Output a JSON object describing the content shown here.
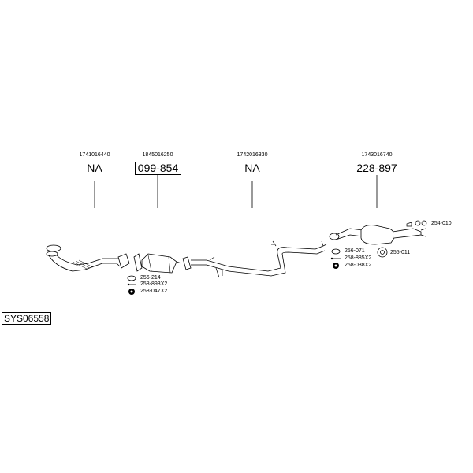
{
  "parts": [
    {
      "oe": "1741016440",
      "code": "NA"
    },
    {
      "oe": "1845016250",
      "code": "099-854"
    },
    {
      "oe": "1742016330",
      "code": "NA"
    },
    {
      "oe": "1743016740",
      "code": "228-897"
    }
  ],
  "fittings": {
    "front": [
      "256-214",
      "258-893X2",
      "258-047X2"
    ],
    "rear": [
      "256-071",
      "258-885X2",
      "258-038X2"
    ],
    "rear_silencer": [
      "255-011",
      "254-010"
    ]
  },
  "system_id": "SYS06558"
}
